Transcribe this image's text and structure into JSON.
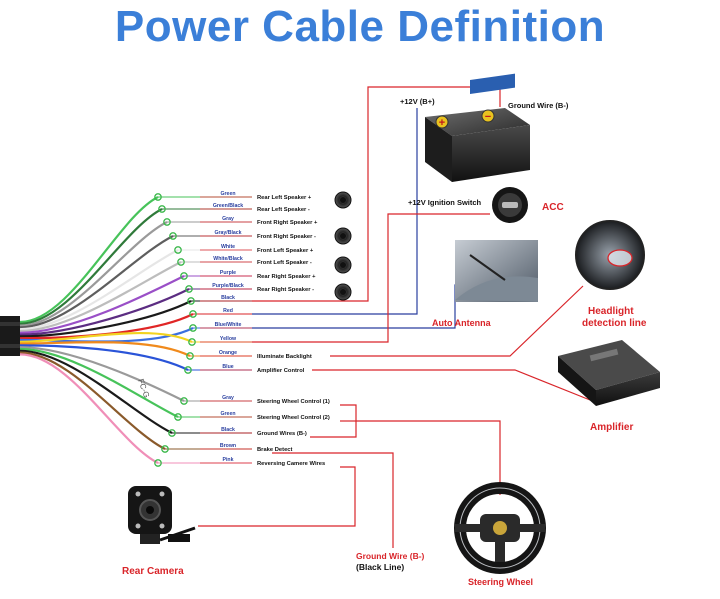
{
  "title": "Power Cable Definition",
  "colors": {
    "title": "#3b7fd8",
    "callout_red": "#d9252a",
    "label_blue": "#2a3f9f",
    "wire_red": "#d9252a",
    "wire_blue": "#2a3f9f"
  },
  "harness_wires": [
    {
      "color_name": "Green",
      "function": "Rear Left Speaker +",
      "swatch": "#47c35a"
    },
    {
      "color_name": "Green/Black",
      "function": "Rear Left Speaker -",
      "swatch": "#2f7a3a"
    },
    {
      "color_name": "Gray",
      "function": "Front Right Speaker +",
      "swatch": "#9a9a9a"
    },
    {
      "color_name": "Gray/Black",
      "function": "Front Right Speaker -",
      "swatch": "#5e5e5e"
    },
    {
      "color_name": "White",
      "function": "Front Left Speaker +",
      "swatch": "#e6e6e6"
    },
    {
      "color_name": "White/Black",
      "function": "Front Left Speaker -",
      "swatch": "#bdbdbd"
    },
    {
      "color_name": "Purple",
      "function": "Rear Right Speaker +",
      "swatch": "#9a4fc7"
    },
    {
      "color_name": "Purple/Black",
      "function": "Rear Right Speaker -",
      "swatch": "#5c2d82"
    },
    {
      "color_name": "Black",
      "function": "",
      "swatch": "#1a1a1a"
    },
    {
      "color_name": "Red",
      "function": "",
      "swatch": "#e02626"
    },
    {
      "color_name": "Blue/White",
      "function": "",
      "swatch": "#3a6fe0"
    },
    {
      "color_name": "Yellow",
      "function": "",
      "swatch": "#f2d321"
    },
    {
      "color_name": "Orange",
      "function": "Illuminate Backlight",
      "swatch": "#f08a1c"
    },
    {
      "color_name": "Blue",
      "function": "Amplifier Control",
      "swatch": "#2a54d8"
    },
    {
      "color_name": "Gray",
      "function": "Steering Wheel Control (1)",
      "swatch": "#9a9a9a"
    },
    {
      "color_name": "Green",
      "function": "Steering Wheel Control (2)",
      "swatch": "#47c35a"
    },
    {
      "color_name": "Black",
      "function": "Ground Wires (B-)",
      "swatch": "#1a1a1a"
    },
    {
      "color_name": "Brown",
      "function": "Brake Detect",
      "swatch": "#8a5a2b"
    },
    {
      "color_name": "Pink",
      "function": "Reversing Camere Wires",
      "swatch": "#f08fb8"
    }
  ],
  "callouts": {
    "battery_positive": "+12V  (B+)",
    "ground_wire_top": "Ground Wire (B-)",
    "ignition_switch": "+12V  Ignition Switch",
    "acc": "ACC",
    "auto_antenna": "Auto Antenna",
    "headlight_line1": "Headlight",
    "headlight_line2": "detection line",
    "amplifier": "Amplifier",
    "rear_camera": "Rear Camera",
    "ground_wire_bottom": "Ground Wire (B-)",
    "black_line": "(Black Line)",
    "steering_wheel": "Steering Wheel"
  },
  "labels": {
    "battery_plus": "+",
    "battery_minus": "−",
    "plug_text": "FC-G"
  }
}
